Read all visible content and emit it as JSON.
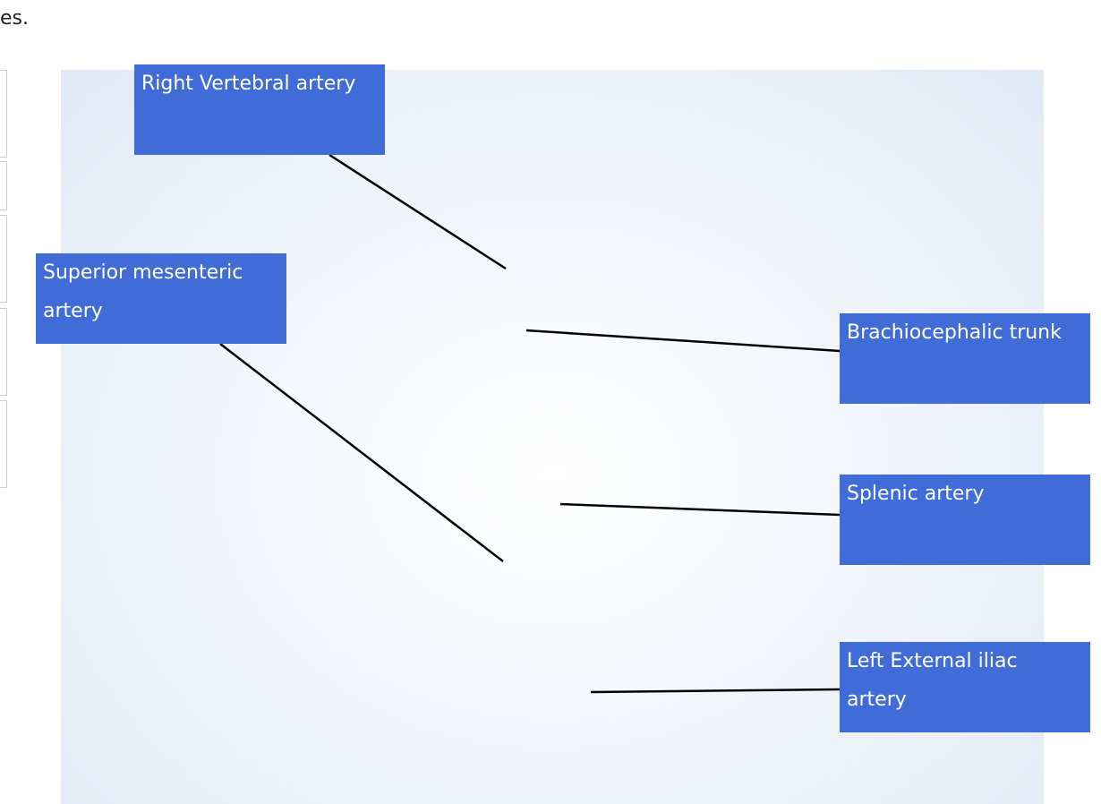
{
  "instructions_tail": "es.",
  "answer_slots": [
    {
      "label": ""
    },
    {
      "label": ""
    },
    {
      "label": ""
    },
    {
      "label": ""
    },
    {
      "label": ""
    }
  ],
  "labels": [
    {
      "id": "right-vertebral-artery",
      "text": "Right Vertebral artery"
    },
    {
      "id": "superior-mesenteric-artery",
      "text": "Superior mesenteric artery"
    },
    {
      "id": "brachiocephalic-trunk",
      "text": "Brachiocephalic trunk"
    },
    {
      "id": "splenic-artery",
      "text": "Splenic artery"
    },
    {
      "id": "left-external-iliac-artery",
      "text": "Left External iliac artery"
    }
  ],
  "colors": {
    "label_background": "#3f6cd6",
    "label_text": "#ffffff",
    "leader_line": "#000000"
  }
}
